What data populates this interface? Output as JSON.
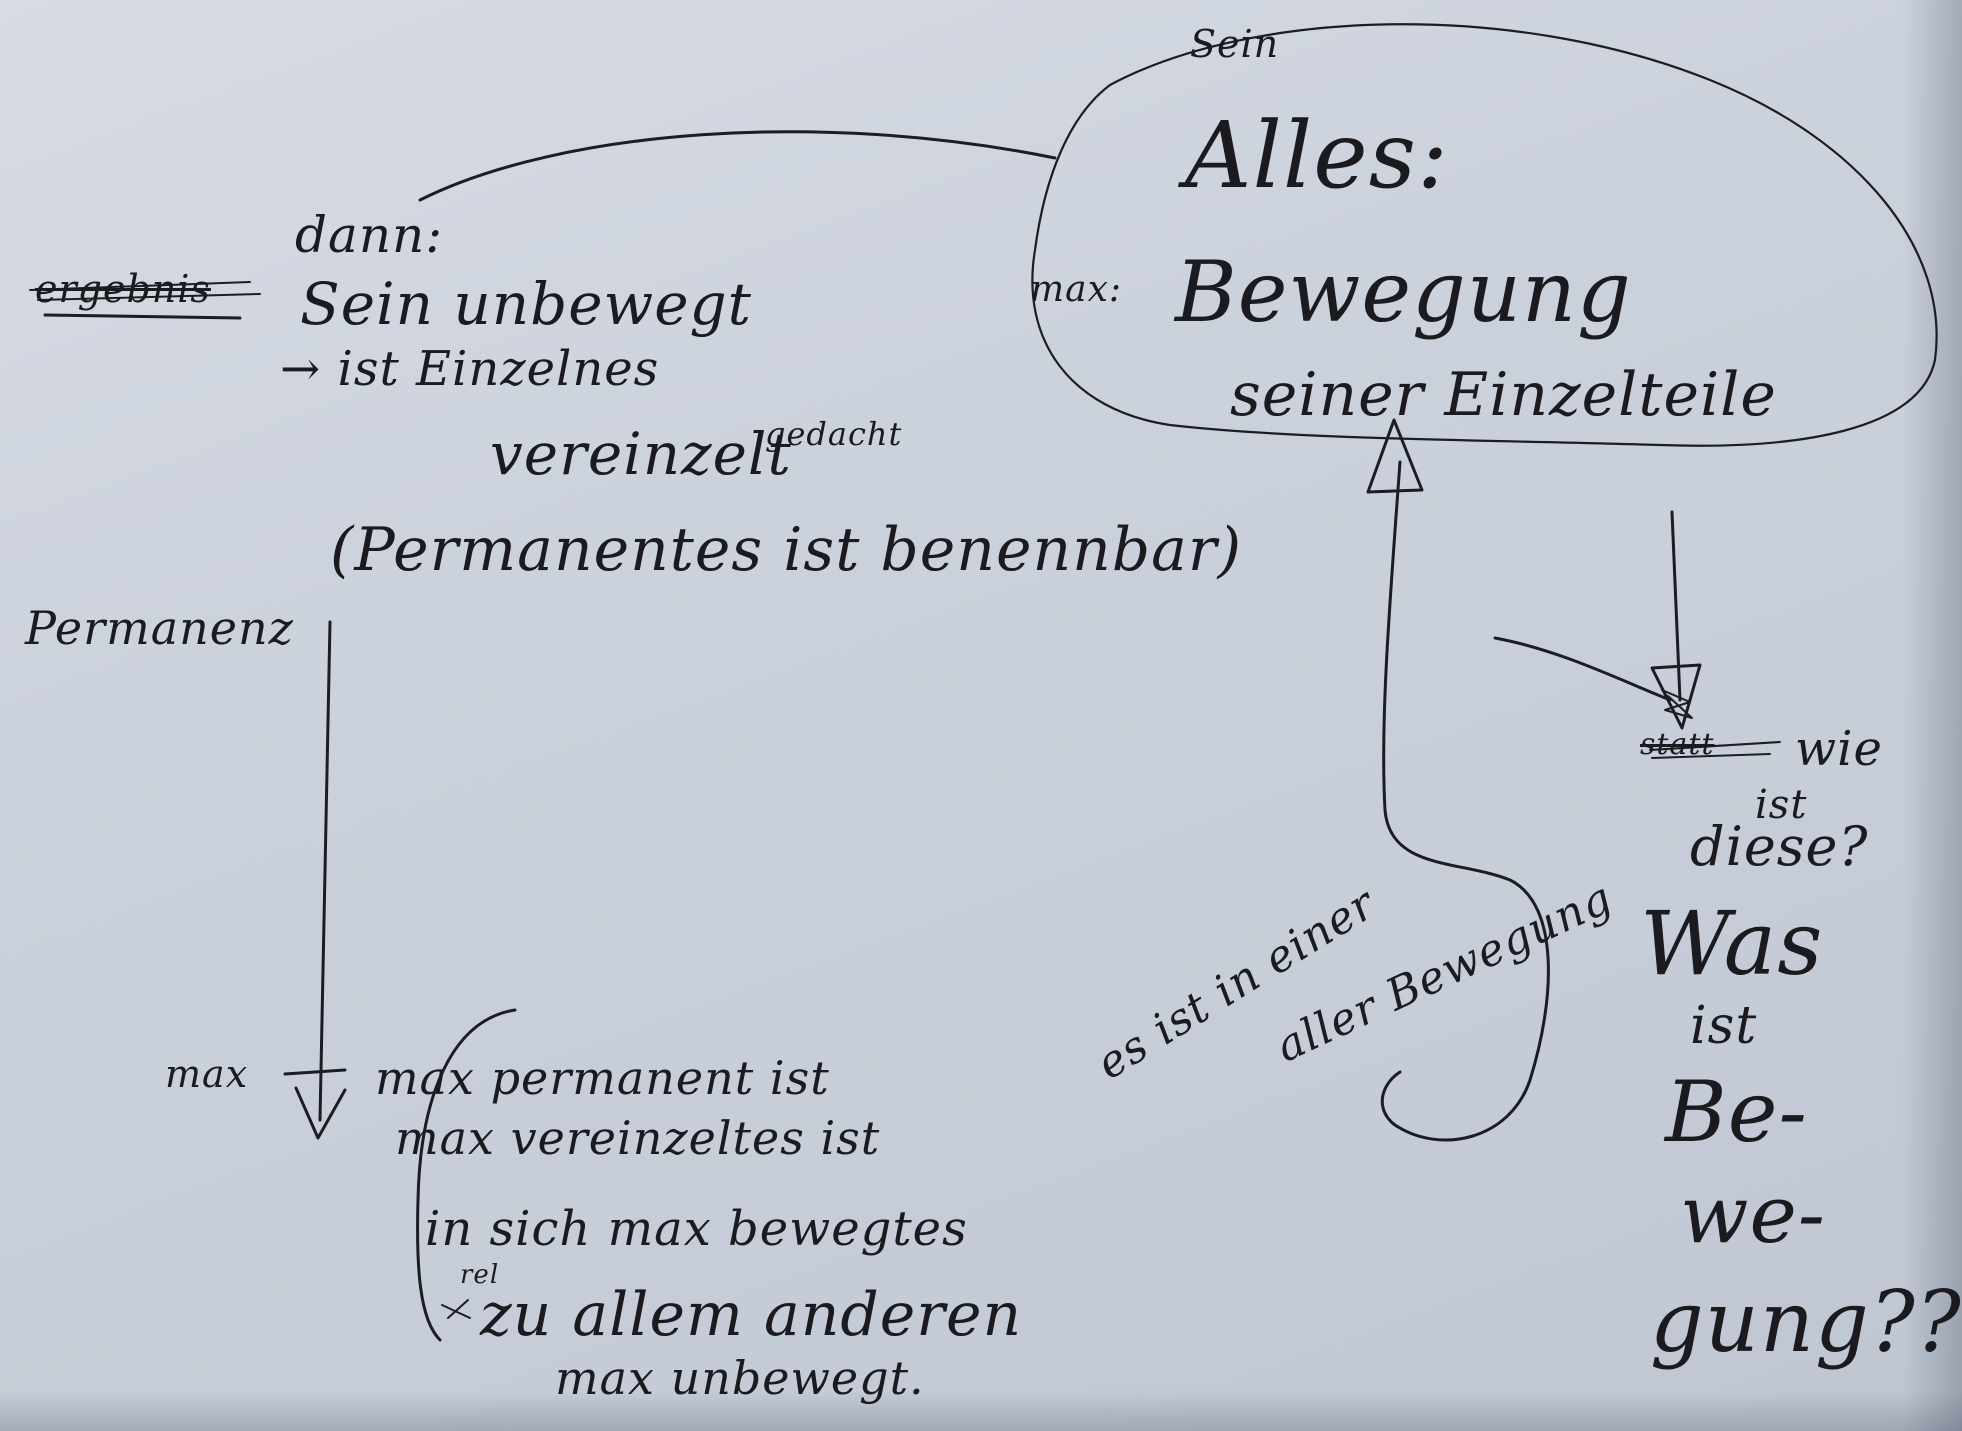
{
  "note": {
    "sein": "Sein",
    "alles": "Alles:",
    "max": "max:",
    "bewegung": "Bewegung",
    "seiner_einzelteile": "seiner Einzelteile",
    "struck_word": "ergebnis",
    "dann": "dann:",
    "sein_unbewegt": "Sein unbewegt",
    "ist_einzelnes": "→ ist Einzelnes",
    "vereinzelt": "vereinzelt",
    "gedacht": "gedacht",
    "permanentes_ist_benennbar": "(Permanentes ist benennbar)",
    "permanenz": "Permanenz",
    "max_axis": "max",
    "max_permanent_ist": "max permanent ist",
    "max_vereinzeltes_ist": "max vereinzeltes ist",
    "in_sich_max_bewegtes": "in sich max bewegtes",
    "rel": "rel",
    "zu_allem_anderen": "zu allem anderen",
    "max_unbewegt": "max unbewegt.",
    "es_ist_in_einer": "es ist in einer",
    "aller_bewegung": "aller Bewegung",
    "struck_word_2": "statt",
    "wie": "wie",
    "ist": "ist",
    "diese": "diese?",
    "was": "Was",
    "ist_2": "ist",
    "be": "Be-",
    "we": "we-",
    "gung": "gung??"
  }
}
